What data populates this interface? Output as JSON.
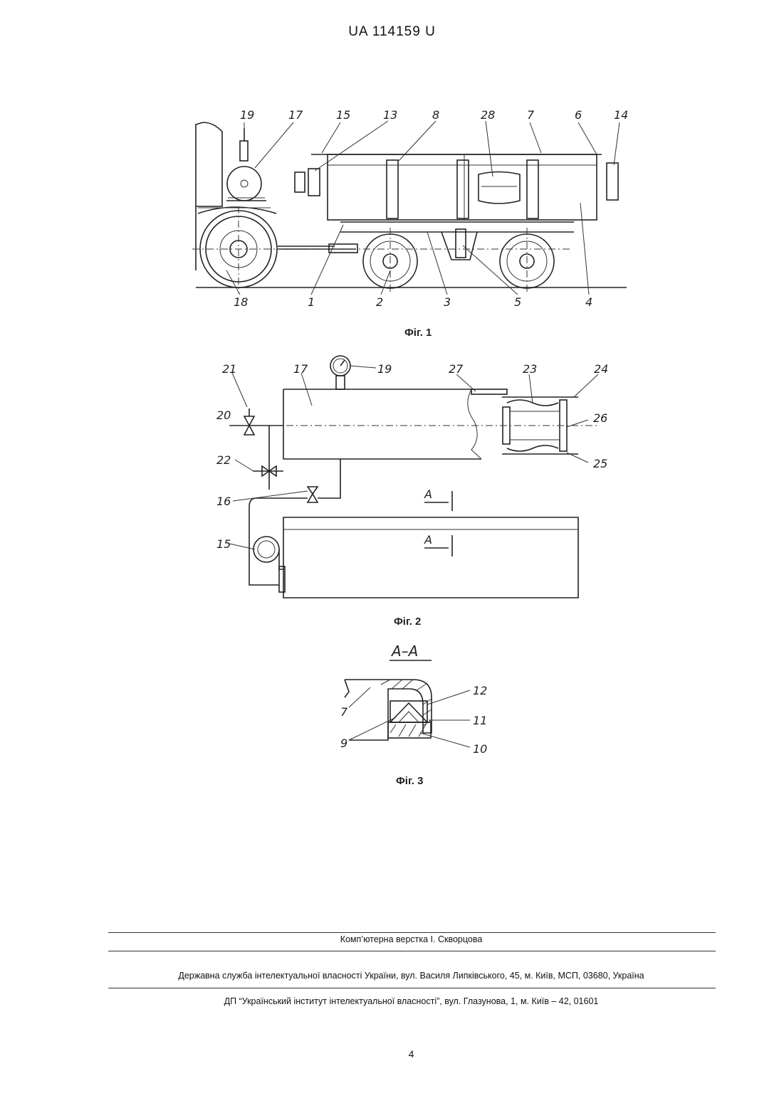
{
  "header": {
    "doc_number": "UA   114159   U"
  },
  "figures": {
    "fig1": {
      "caption": "Фіг. 1",
      "labels": [
        "19",
        "17",
        "15",
        "13",
        "8",
        "28",
        "7",
        "6",
        "14",
        "18",
        "1",
        "2",
        "3",
        "5",
        "4"
      ]
    },
    "fig2": {
      "caption": "Фіг. 2",
      "labels": [
        "21",
        "17",
        "19",
        "27",
        "23",
        "24",
        "20",
        "26",
        "22",
        "25",
        "16",
        "15"
      ],
      "section_marks": [
        "A",
        "A"
      ]
    },
    "fig3": {
      "caption": "Фіг. 3",
      "section_title": "A–A",
      "labels": [
        "12",
        "7",
        "11",
        "9",
        "10"
      ]
    }
  },
  "footer": {
    "layout_credit": "Комп’ютерна верстка І. Скворцова",
    "agency": "Державна служба інтелектуальної власності України, вул. Василя Липківського, 45, м. Київ, МСП, 03680, Україна",
    "institute": "ДП “Український інститут інтелектуальної власності”, вул. Глазунова, 1, м. Київ – 42, 01601",
    "page_number": "4"
  }
}
